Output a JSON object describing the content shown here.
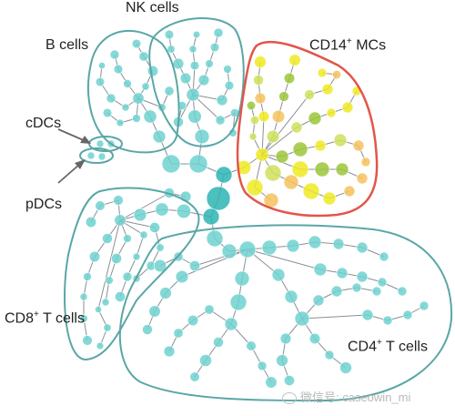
{
  "labels": {
    "nk": "NK cells",
    "b": "B cells",
    "cd14_main": "CD14",
    "cd14_sup": "+",
    "cd14_tail": " MCs",
    "cdc": "cDCs",
    "pdc": "pDCs",
    "cd8_main": "CD8",
    "cd8_sup": "+",
    "cd8_tail": " T cells",
    "cd4_main": "CD4",
    "cd4_sup": "+",
    "cd4_tail": " T cells"
  },
  "watermark": {
    "text": "微信号: caseowin_mi",
    "icon": "wechat-icon"
  },
  "colors": {
    "outline_teal": "#5aa6a6",
    "outline_red": "#e2564a",
    "node_teal": "#6fd2d0",
    "node_teal_dark": "#2bb5b4",
    "node_yellow": "#f0ea22",
    "node_lime": "#cfe05a",
    "node_orange": "#f6c25e",
    "node_green": "#9cc63a",
    "edge": "#8a8f96",
    "arrow": "#666666"
  }
}
